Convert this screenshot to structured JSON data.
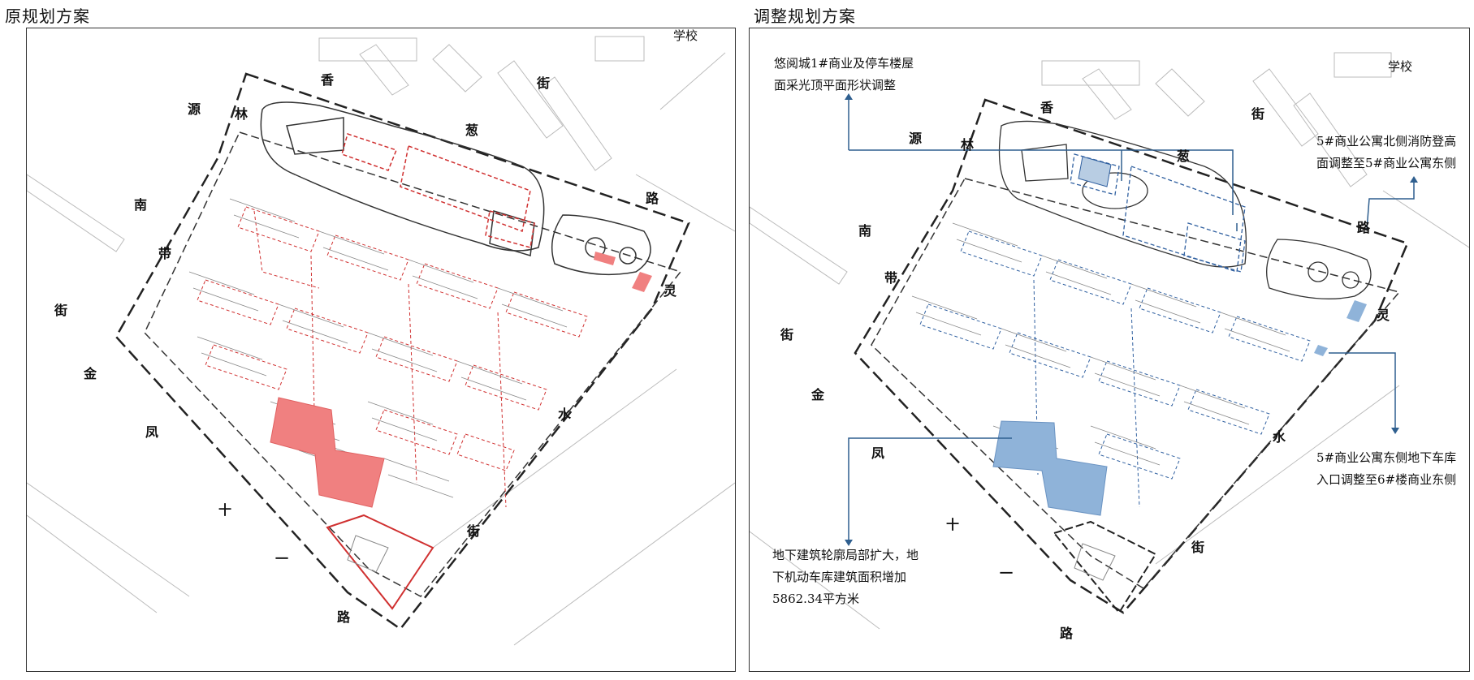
{
  "left_panel": {
    "title": "原规划方案",
    "streets": [
      "香",
      "葱",
      "街",
      "路",
      "林",
      "源",
      "南",
      "带",
      "街",
      "金",
      "凤",
      "十",
      "一",
      "路",
      "街",
      "水",
      "灵",
      "学校"
    ]
  },
  "right_panel": {
    "title": "调整规划方案",
    "streets": [
      "香",
      "葱",
      "街",
      "路",
      "林",
      "源",
      "南",
      "带",
      "街",
      "金",
      "凤",
      "十",
      "一",
      "路",
      "街",
      "水",
      "灵",
      "学校"
    ],
    "notes": {
      "n1_line1": "悠阅城1#商业及停车楼屋",
      "n1_line2": "面采光顶平面形状调整",
      "n2_line1": "5#商业公寓北侧消防登高",
      "n2_line2": "面调整至5#商业公寓东侧",
      "n3_line1": "5#商业公寓东侧地下车库",
      "n3_line2": "入口调整至6#楼商业东侧",
      "n4_line1": "地下建筑轮廓局部扩大，地",
      "n4_line2": "下机动车库建筑面积增加",
      "n4_line3": "5862.34平方米"
    }
  },
  "colors": {
    "original_highlight": "#f08080",
    "original_line": "#d03030",
    "adjusted_highlight": "#8fb3d9",
    "adjusted_line": "#3060a0",
    "callout": "#2f5f8f"
  }
}
